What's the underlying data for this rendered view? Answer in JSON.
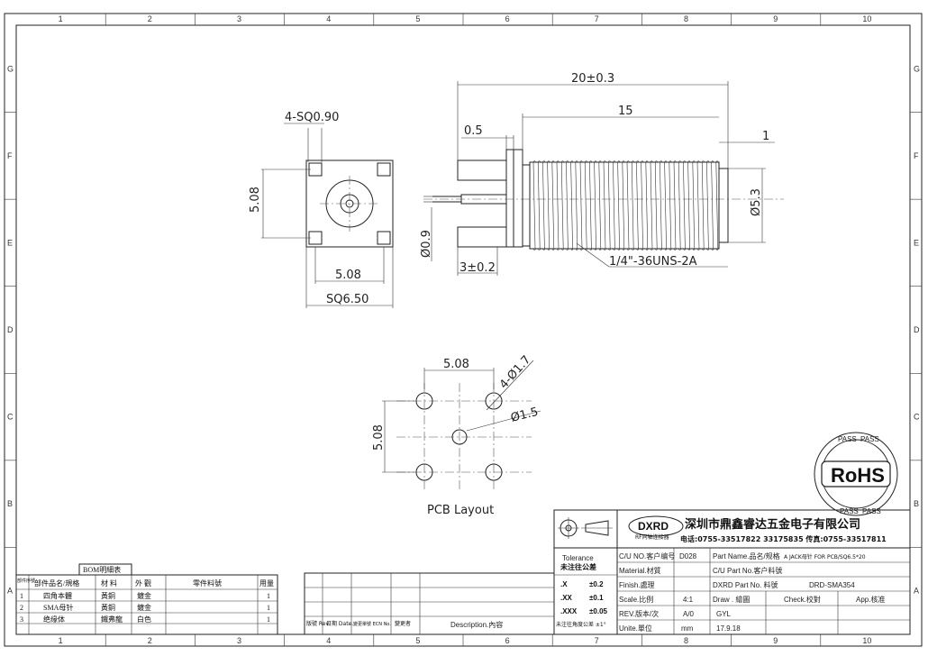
{
  "border": {
    "columns": [
      "1",
      "2",
      "3",
      "4",
      "5",
      "6",
      "7",
      "8",
      "9",
      "10"
    ],
    "rows": [
      "G",
      "F",
      "E",
      "D",
      "C",
      "B",
      "A"
    ]
  },
  "front_view": {
    "label_holes": "4-SQ0.90",
    "dim_vertical": "5.08",
    "dim_hole_spacing": "5.08",
    "dim_overall": "SQ6.50"
  },
  "side_view": {
    "dim_total": "20±0.3",
    "dim_thread": "15",
    "dim_flange": "0.5",
    "dim_end": "1",
    "dim_diameter": "Ø5.3",
    "dim_pin": "Ø0.9",
    "dim_pin_length": "3±0.2",
    "thread_label": "1/4\"-36UNS-2A"
  },
  "pcb_layout": {
    "dim_horizontal": "5.08",
    "dim_vertical": "5.08",
    "hole_large": "4-Ø1.7",
    "hole_small": "Ø1.5",
    "title": "PCB Layout"
  },
  "rohs": {
    "label": "RoHS",
    "pass": "PASS"
  },
  "title_block": {
    "logo": "DXRD",
    "logo_sub": "RF同轴连接器",
    "company": "深圳市鼎鑫睿达五金电子有限公司",
    "contact": "电话:0755-33517822 33175835 传真:0755-33517811",
    "tolerance": "Tolerance",
    "tolerance_cn": "未注往公差",
    "tol_rows": [
      {
        "k": ".X",
        "v": "±0.2"
      },
      {
        "k": ".XX",
        "v": "±0.1"
      },
      {
        "k": ".XXX",
        "v": "±0.05"
      }
    ],
    "angle_note": "未注往角度公差 ±1°",
    "cu_no_label": "C/U NO.客户编号",
    "cu_no_value": "D028",
    "part_name_label": "Part Name.品名/规格",
    "part_name_value": "A JACK母针 FOR PCB/SQ6.5*20",
    "material_label": "Material.材質",
    "cu_part_label": "C/U Part  No.客户料號",
    "finish_label": "Finish.處理",
    "dxrd_part_label": "DXRD Part No. 料號",
    "dxrd_part_value": "DRD-SMA354",
    "scale_label": "Scale.比例",
    "scale_value": "4:1",
    "draw_label": "Draw . 繪圖",
    "check_label": "Check.校對",
    "app_label": "App.核准",
    "rev_label": "REV.版本/次",
    "rev_value": "A/0",
    "drawer": "GYL",
    "date": "17.9.18",
    "unit_label": "Unite.單位",
    "unit_value": "mm"
  },
  "bom": {
    "title": "BOM明細表",
    "headers": [
      "部件序號",
      "部件品名/規格",
      "材 料",
      "外 觀",
      "零件料號",
      "用量"
    ],
    "rows": [
      {
        "no": "1",
        "name": "四角本體",
        "material": "黃銅",
        "finish": "鍍金",
        "part": "",
        "qty": "1"
      },
      {
        "no": "2",
        "name": "SMA母针",
        "material": "黃銅",
        "finish": "鍍金",
        "part": "",
        "qty": "1"
      },
      {
        "no": "3",
        "name": "绝缘体",
        "material": "鐵弗龍",
        "finish": "白色",
        "part": "",
        "qty": "1"
      }
    ]
  },
  "revision": {
    "headers": [
      "版號 Rev.",
      "日期 Date.",
      "變更單號 ECN No.",
      "變更者",
      "Description.內容"
    ]
  }
}
